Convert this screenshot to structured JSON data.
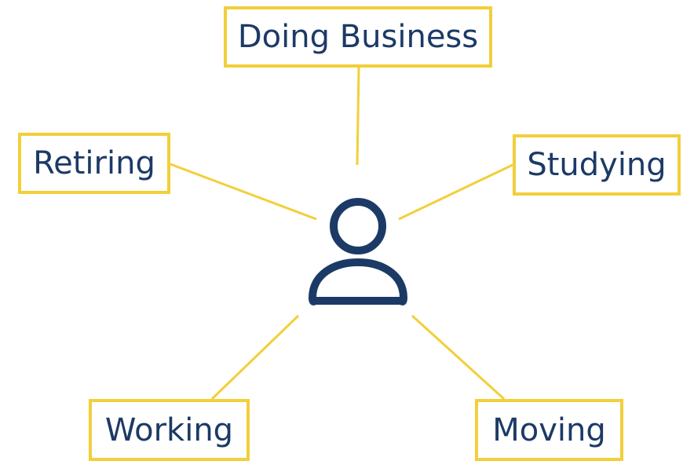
{
  "diagram": {
    "colors": {
      "accent": "#f2cf3b",
      "text": "#1c3a66",
      "icon": "#1c3a66",
      "background": "#ffffff"
    },
    "center": {
      "icon": "person-icon"
    },
    "nodes": {
      "doing_business": "Doing Business",
      "retiring": "Retiring",
      "studying": "Studying",
      "working": "Working",
      "moving": "Moving"
    }
  }
}
